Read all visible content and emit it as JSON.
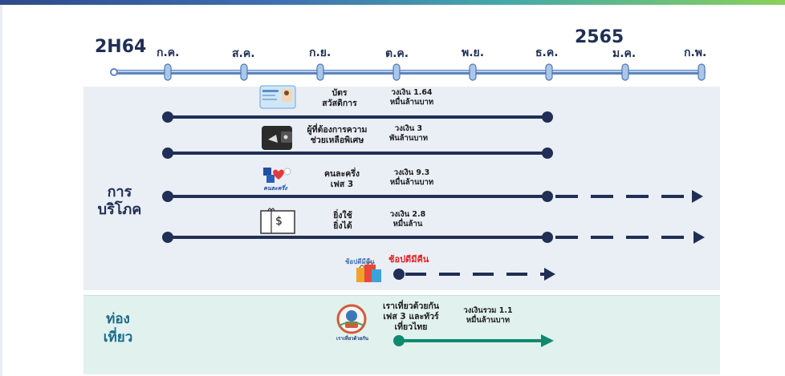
{
  "timeline": {
    "start_label": "2H64",
    "year_label": "2565",
    "months": [
      "ก.ค.",
      "ส.ค.",
      "ก.ย.",
      "ต.ค.",
      "พ.ย.",
      "ธ.ค.",
      "ม.ค.",
      "ก.พ."
    ]
  },
  "sections": {
    "consumption": "การ บริโภค",
    "consumption_lines": [
      "การ",
      "บริโภค"
    ],
    "tourism_lines": [
      "ท่อง",
      "เที่ยว"
    ]
  },
  "programs": [
    {
      "name_lines": [
        "บัตร",
        "สวัสดิการ"
      ],
      "amount_lines": [
        "วงเงิน 1.64",
        "หมื่นล้านบาท"
      ]
    },
    {
      "name_lines": [
        "ผู้ที่ต้องการความ",
        "ช่วยเหลือพิเศษ"
      ],
      "amount_lines": [
        "วงเงิน 3",
        "พันล้านบาท"
      ]
    },
    {
      "name_lines": [
        "คนละครึ่ง",
        "เฟส 3"
      ],
      "amount_lines": [
        "วงเงิน 9.3",
        "หมื่นล้านบาท"
      ],
      "icon_caption": "คนละครึ่ง"
    },
    {
      "name_lines": [
        "ยิ่งใช้",
        "ยิ่งได้"
      ],
      "amount_lines": [
        "วงเงิน 2.8",
        "หมื่นล้าน"
      ],
      "icon_symbol": "$"
    },
    {
      "name_lines": [
        "ช้อปดีมีคืน"
      ],
      "icon_caption": "ช้อปดีมีคืน"
    },
    {
      "name_lines": [
        "เราเที่ยวด้วยกัน",
        "เฟส 3 และทัวร์",
        "เที่ยวไทย"
      ],
      "amount_lines": [
        "วงเงินรวม 1.1",
        "หมื่นล้านบาท"
      ],
      "icon_caption": "เราเที่ยวด้วยกัน"
    }
  ],
  "colors": {
    "navy": "#1f2f55",
    "axis": "#8fb0d6",
    "line_dark": "#1f2f55",
    "line_teal": "#0e8a6e",
    "highlight_red": "#e02020",
    "panel_consumption": "#eaeef5",
    "panel_tourism": "#e1f1ee"
  }
}
